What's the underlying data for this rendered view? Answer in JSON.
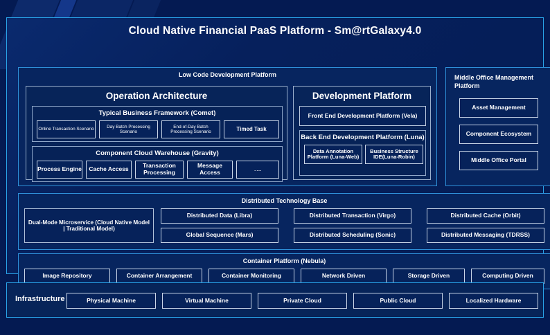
{
  "diagram": {
    "title": "Cloud Native Financial PaaS Platform - Sm@rtGalaxy4.0",
    "colors": {
      "background": "#041a52",
      "panel_border": "#29a3e8",
      "box_border": "#c9d6e8",
      "panel_fill": "#07255f",
      "text": "#ffffff"
    },
    "low_code": {
      "title": "Low Code Development Platform",
      "operation_architecture": {
        "title": "Operation Architecture",
        "typical_business_framework": {
          "title": "Typical Business Framework (Comet)",
          "items": [
            "Online Transaction Scenario",
            "Day Batch Processing Scenario",
            "End-of-Day Batch Processing Scenario",
            "Timed Task"
          ]
        },
        "component_cloud_warehouse": {
          "title": "Component Cloud Warehouse (Gravity)",
          "items": [
            "Process Engine",
            "Cache Access",
            "Transaction Processing",
            "Message Access",
            "......"
          ]
        }
      },
      "development_platform": {
        "title": "Development Platform",
        "front_end": "Front End Development Platform (Vela)",
        "back_end": {
          "title": "Back End Development Platform (Luna)",
          "items": [
            "Data Annotation Platform (Luna-Web)",
            "Business Structure IDE(Luna-Robin)"
          ]
        }
      }
    },
    "middle_office": {
      "title": "Middle Office Management Platform",
      "items": [
        "Asset Management",
        "Component Ecosystem",
        "Middle Office Portal"
      ]
    },
    "distributed_technology_base": {
      "title": "Distributed Technology Base",
      "highlight": "Dual-Mode Microservice (Cloud Native Model | Traditional Model)",
      "items": [
        "Distributed Data (Libra)",
        "Distributed Transaction (Virgo)",
        "Distributed Cache (Orbit)",
        "Global Sequence (Mars)",
        "Distributed Scheduling (Sonic)",
        "Distributed Messaging (TDRSS)"
      ]
    },
    "container_platform": {
      "title": "Container Platform (Nebula)",
      "items": [
        "Image Repository",
        "Container Arrangement",
        "Container Monitoring",
        "Network Driven",
        "Storage Driven",
        "Computing Driven"
      ]
    },
    "infrastructure": {
      "label": "Infrastructure",
      "items": [
        "Physical Machine",
        "Virtual Machine",
        "Private Cloud",
        "Public Cloud",
        "Localized Hardware"
      ]
    }
  }
}
